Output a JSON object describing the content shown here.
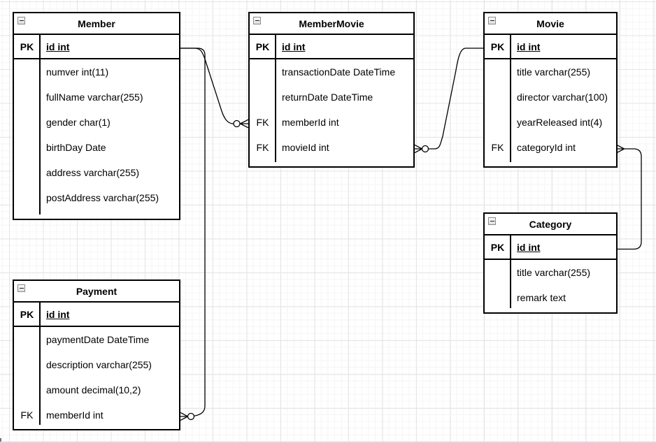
{
  "diagram": {
    "tool": "er-diagram",
    "colors": {
      "entity_border": "#000000",
      "entity_fill": "#ffffff",
      "connector": "#000000",
      "canvas_bg": "#ffffff",
      "grid_minor": "#f5f5f7",
      "grid_major": "#e5e5e9"
    },
    "entities": [
      {
        "name": "Member",
        "pk_key": "PK",
        "pk_field": "id int",
        "rows": [
          {
            "key": "",
            "text": "numver int(11)"
          },
          {
            "key": "",
            "text": "fullName varchar(255)"
          },
          {
            "key": "",
            "text": "gender char(1)"
          },
          {
            "key": "",
            "text": "birthDay Date"
          },
          {
            "key": "",
            "text": "address varchar(255)"
          },
          {
            "key": "",
            "text": "postAddress varchar(255)"
          }
        ]
      },
      {
        "name": "MemberMovie",
        "pk_key": "PK",
        "pk_field": "id int",
        "rows": [
          {
            "key": "",
            "text": "transactionDate DateTime"
          },
          {
            "key": "",
            "text": "returnDate DateTime"
          },
          {
            "key": "FK",
            "text": "memberId int"
          },
          {
            "key": "FK",
            "text": "movieId int"
          }
        ]
      },
      {
        "name": "Movie",
        "pk_key": "PK",
        "pk_field": "id int",
        "rows": [
          {
            "key": "",
            "text": "title varchar(255)"
          },
          {
            "key": "",
            "text": "director varchar(100)"
          },
          {
            "key": "",
            "text": "yearReleased int(4)"
          },
          {
            "key": "FK",
            "text": "categoryId int"
          }
        ]
      },
      {
        "name": "Category",
        "pk_key": "PK",
        "pk_field": "id int",
        "rows": [
          {
            "key": "",
            "text": "title varchar(255)"
          },
          {
            "key": "",
            "text": "remark text"
          }
        ]
      },
      {
        "name": "Payment",
        "pk_key": "PK",
        "pk_field": "id int",
        "rows": [
          {
            "key": "",
            "text": "paymentDate DateTime"
          },
          {
            "key": "",
            "text": "description varchar(255)"
          },
          {
            "key": "",
            "text": "amount decimal(10,2)"
          },
          {
            "key": "FK",
            "text": "memberId int"
          }
        ]
      }
    ],
    "relationships": [
      {
        "from": "Member.id",
        "to": "MemberMovie.memberId",
        "to_marker": "zero-or-many"
      },
      {
        "from": "Member.id",
        "to": "Payment.memberId",
        "to_marker": "zero-or-many"
      },
      {
        "from": "Movie.id",
        "to": "MemberMovie.movieId",
        "to_marker": "zero-or-many"
      },
      {
        "from": "Category.id",
        "to": "Movie.categoryId",
        "to_marker": "many"
      }
    ]
  }
}
